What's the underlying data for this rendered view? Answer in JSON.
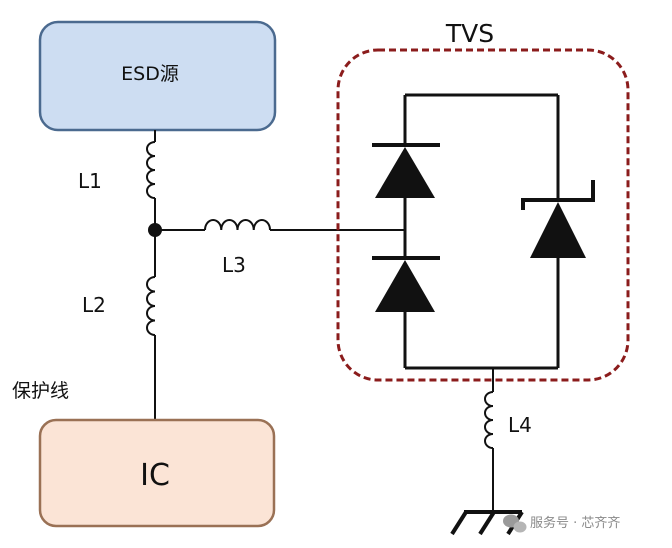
{
  "blocks": {
    "esd_source": {
      "label": "ESD源",
      "fill": "#cdddf2",
      "stroke": "#4b6a8f"
    },
    "ic": {
      "label": "IC",
      "fill": "#fbe4d6",
      "stroke": "#9a7155"
    }
  },
  "labels": {
    "l1": "L1",
    "l2": "L2",
    "l3": "L3",
    "l4": "L4",
    "protect_line": "保护线",
    "tvs": "TVS"
  },
  "watermark": "服务号 · 芯齐齐",
  "colors": {
    "wire": "#111111",
    "tvs_border": "#8b1c1c"
  },
  "icons": [
    "inductor-symbol",
    "diode-symbol",
    "zener-diode-symbol",
    "ground-symbol"
  ]
}
